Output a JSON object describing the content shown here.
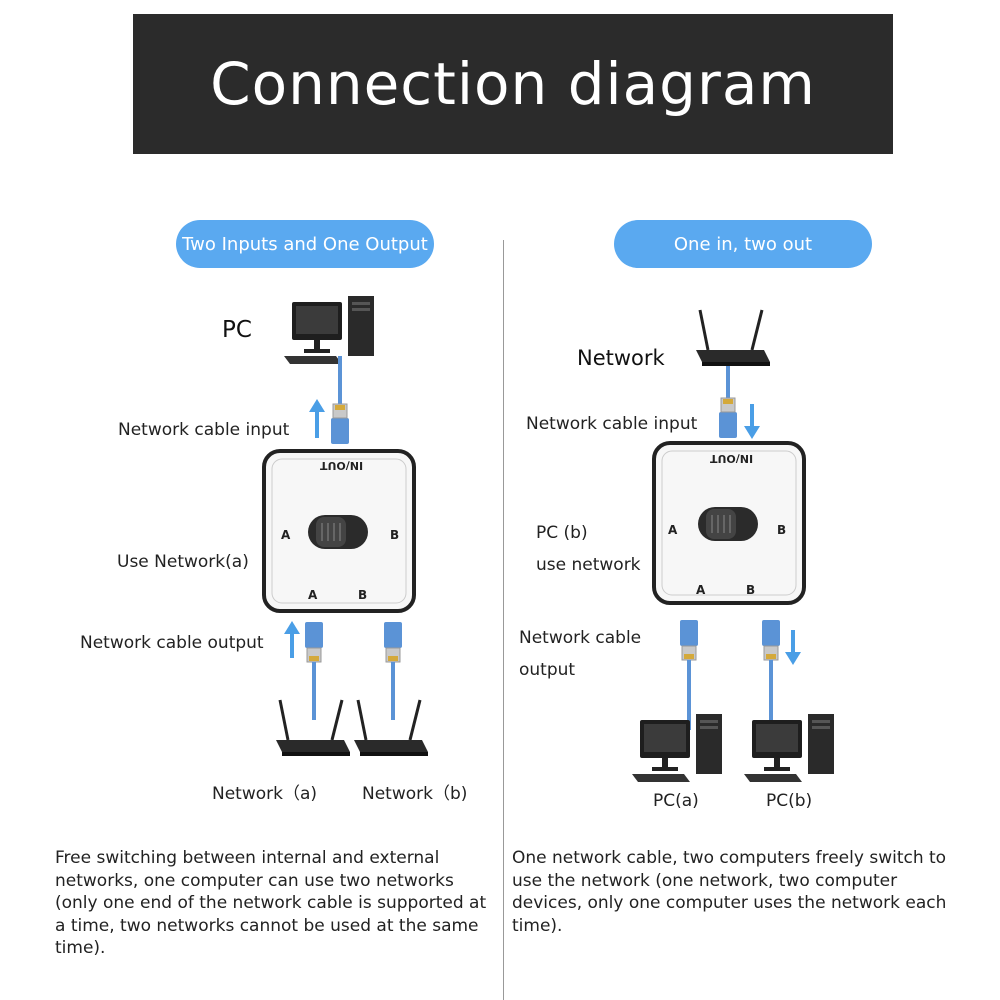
{
  "title": "Connection diagram",
  "left": {
    "pill": "Two Inputs and One Output",
    "pc_label": "PC",
    "cable_input": "Network cable input",
    "use_network": "Use Network(a)",
    "cable_output": "Network cable output",
    "network_a": "Network（a)",
    "network_b": "Network（b)",
    "description": "Free switching between internal and external networks, one computer can use two networks (only one end of the network cable is supported at a time, two networks cannot be used at the same time)."
  },
  "right": {
    "pill": "One in, two out",
    "network_label": "Network",
    "cable_input": "Network cable input",
    "pc_b_line1": "PC (b)",
    "pc_b_line2": "use network",
    "cable_output_line1": "Network cable",
    "cable_output_line2": "output",
    "pc_a": "PC(a)",
    "pc_b": "PC(b)",
    "description": "One network cable, two computers freely switch to use the network (one network, two computer devices, only one computer uses the network each time)."
  },
  "switch_box": {
    "top_label": "IN/OUT",
    "port_a": "A",
    "port_b": "B"
  },
  "colors": {
    "banner": "#2b2b2b",
    "pill": "#5aa9f0",
    "arrow": "#4a9ee6",
    "cable": "#5b93d6"
  }
}
